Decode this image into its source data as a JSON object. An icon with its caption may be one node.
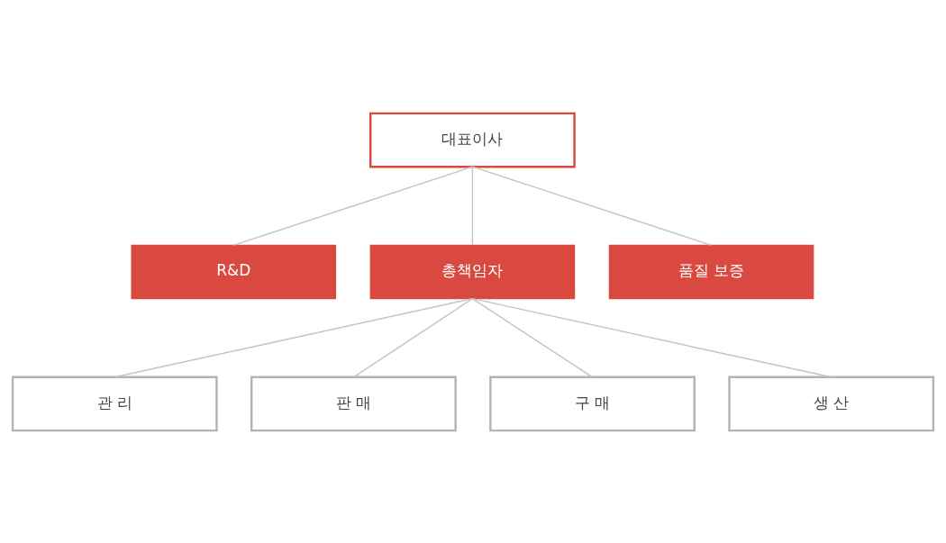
{
  "diagram": {
    "nodes": [
      {
        "text": [
          "대표이사"
        ]
      },
      {
        "text": [
          "R&D"
        ]
      },
      {
        "text": [
          "품질 보증"
        ]
      },
      {
        "text": [
          "총책임자"
        ]
      },
      {
        "text": [
          "관 리"
        ]
      },
      {
        "text": [
          "판 매"
        ]
      },
      {
        "text": [
          "구 매"
        ]
      },
      {
        "text": [
          "생 산"
        ]
      }
    ],
    "edges": [
      {
        "from": 0,
        "to": 1,
        "arrow": "none"
      },
      {
        "from": 0,
        "to": 3,
        "arrow": "none"
      },
      {
        "from": 0,
        "to": 2,
        "arrow": "none"
      },
      {
        "from": 3,
        "to": 4,
        "arrow": "none"
      },
      {
        "from": 3,
        "to": 5,
        "arrow": "none"
      },
      {
        "from": 3,
        "to": 6,
        "arrow": "none"
      },
      {
        "from": 3,
        "to": 7,
        "arrow": "none"
      }
    ]
  }
}
